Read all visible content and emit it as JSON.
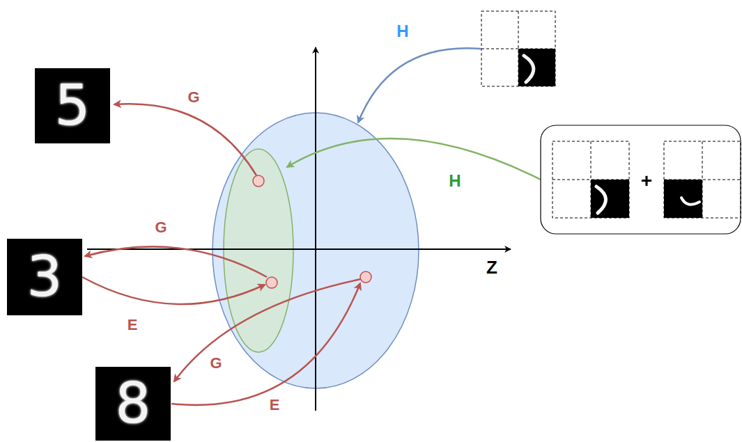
{
  "diagram": {
    "nodes": [
      {
        "text": [
          "5"
        ]
      },
      {
        "text": [
          "3"
        ]
      },
      {
        "text": [
          "8"
        ]
      }
    ],
    "labels": [
      "H",
      "G",
      "H",
      "+",
      "G",
      "Z",
      "E",
      "G",
      "E"
    ]
  }
}
